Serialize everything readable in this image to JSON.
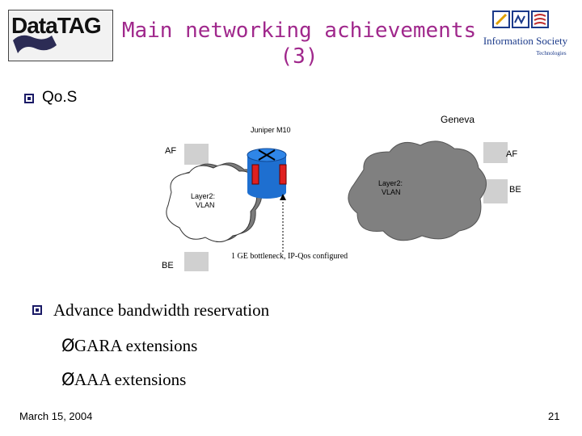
{
  "slide": {
    "title_line1": "Main networking achievements",
    "title_line2": "(3)",
    "logo_left_text": "DataTAG",
    "logo_right_line1": "Information Society",
    "logo_right_line2": "Technologies",
    "bullet1": "Qo.S",
    "bullet2": "Advance bandwidth reservation",
    "sub1": "GARA extensions",
    "sub2": "AAA extensions",
    "footer_date": "March 15, 2004",
    "footer_page": "21"
  },
  "diagram": {
    "geneva": "Geneva",
    "router": "Juniper M10",
    "af_left": "AF",
    "af_right": "AF",
    "be_left": "BE",
    "be_right": "BE",
    "cloud_left_label1": "Layer2:",
    "cloud_left_label2": "VLAN",
    "cloud_right_label1": "Layer2:",
    "cloud_right_label2": "VLAN",
    "bottleneck": "1 GE bottleneck, IP-Qos configured"
  },
  "colors": {
    "title": "#a0288c",
    "router": "#1e6fd0",
    "queue": "#e02020",
    "cloud": "#808080"
  }
}
